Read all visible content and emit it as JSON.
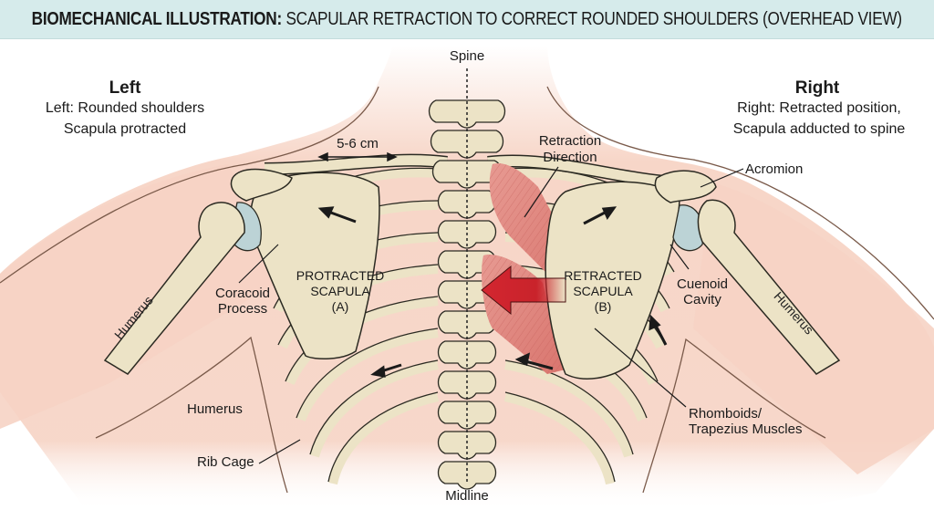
{
  "title": {
    "bold": "BIOMECHANICAL ILLUSTRATION:",
    "rest": " SCAPULAR RETRACTION TO CORRECT ROUNDED SHOULDERS (OVERHEAD VIEW)"
  },
  "colors": {
    "title_bg": "#d6ebeb",
    "skin": "#f6d3c4",
    "bone": "#ece3c6",
    "bone_outline": "#2b2a22",
    "cartilage": "#bcd3d6",
    "muscle": "#e28d86",
    "arrow_red": "#c9232b"
  },
  "left_panel": {
    "heading": "Left",
    "line1": "Left: Rounded shoulders",
    "line2": "Scapula protracted"
  },
  "right_panel": {
    "heading": "Right",
    "line1": "Right: Retracted position,",
    "line2": "Scapula adducted to spine"
  },
  "labels": {
    "spine": "Spine",
    "midline": "Midline",
    "distance": "5-6 cm",
    "retraction_line1": "Retraction",
    "retraction_line2": "Direction",
    "acromion": "Acromion",
    "coracoid_line1": "Coracoid",
    "coracoid_line2": "Process",
    "protracted_line1": "PROTRACTED",
    "protracted_line2": "SCAPULA",
    "protracted_line3": "(A)",
    "retracted_line1": "RETRACTED",
    "retracted_line2": "SCAPULA",
    "retracted_line3": "(B)",
    "glenoid_line1": "Cuenoid",
    "glenoid_line2": "Cavity",
    "humerus_left_arm": "Humerus",
    "humerus_right_arm": "Humerus",
    "humerus_free": "Humerus",
    "rib_cage": "Rib Cage",
    "muscles_line1": "Rhomboids/",
    "muscles_line2": "Trapezius Muscles"
  }
}
